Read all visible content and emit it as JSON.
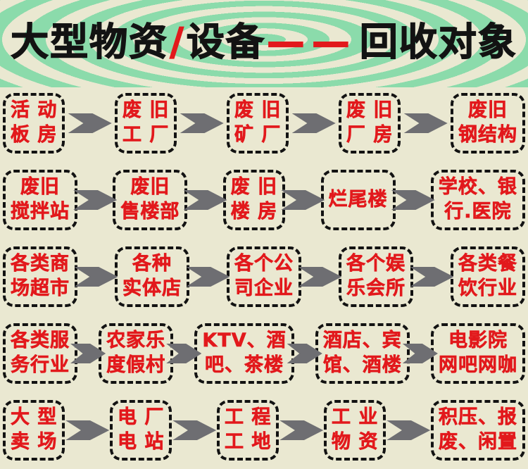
{
  "title": {
    "part1": "大型物资",
    "slash": "/",
    "part2": "设备",
    "dashes": "——",
    "part3": "回收对象"
  },
  "colors": {
    "background": "#eae8d1",
    "stripe_green": "#8bdbab",
    "text_red": "#e2191c",
    "arrow_gray": "#6e6e72",
    "title_black": "#131313"
  },
  "rows": [
    {
      "boxes": [
        {
          "text": "活 动\n板 房"
        },
        {
          "text": "废 旧\n工 厂"
        },
        {
          "text": "废 旧\n矿 厂"
        },
        {
          "text": "废 旧\n厂 房"
        },
        {
          "text": "废旧\n钢结构"
        }
      ]
    },
    {
      "boxes": [
        {
          "text": "废旧\n搅拌站"
        },
        {
          "text": "废旧\n售楼部"
        },
        {
          "text": "废 旧\n楼 房"
        },
        {
          "text": "烂尾楼"
        },
        {
          "text": "学校、银\n行.医院"
        }
      ]
    },
    {
      "boxes": [
        {
          "text": "各类商\n场超市"
        },
        {
          "text": "各种\n实体店"
        },
        {
          "text": "各个公\n司企业"
        },
        {
          "text": "各个娱\n乐会所"
        },
        {
          "text": "各类餐\n饮行业"
        }
      ]
    },
    {
      "boxes": [
        {
          "text": "各类服\n务行业"
        },
        {
          "text": "农家乐\n度假村"
        },
        {
          "text": "KTV、酒\n吧、茶楼"
        },
        {
          "text": "酒店、宾\n馆、酒楼"
        },
        {
          "text": "电影院\n网吧网咖"
        }
      ]
    },
    {
      "boxes": [
        {
          "text": "大 型\n卖 场"
        },
        {
          "text": "电 厂\n电 站"
        },
        {
          "text": "工 程\n工 地"
        },
        {
          "text": "工 业\n物 资"
        },
        {
          "text": "积压、报\n废、闲置"
        }
      ]
    }
  ]
}
